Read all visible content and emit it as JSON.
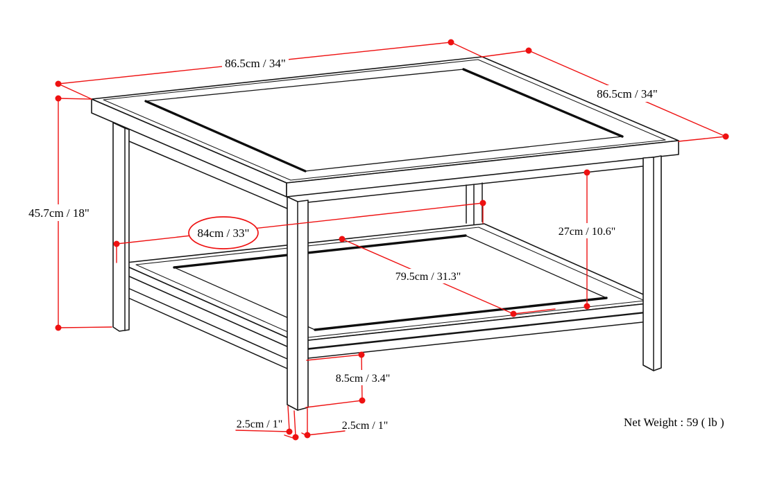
{
  "diagram": {
    "dimensions": {
      "top_width": "86.5cm / 34\"",
      "top_depth": "86.5cm / 34\"",
      "height": "45.7cm / 18\"",
      "leg_span": "84cm / 33\"",
      "shelf_depth": "79.5cm / 31.3\"",
      "top_to_shelf": "27cm / 10.6\"",
      "shelf_to_floor": "8.5cm / 3.4\"",
      "leg_thickness_left": "2.5cm / 1\"",
      "leg_thickness_right": "2.5cm / 1\""
    },
    "net_weight": "Net Weight : 59 ( lb )",
    "colors": {
      "dimension_line": "#ee1111",
      "outline": "#161616"
    }
  }
}
